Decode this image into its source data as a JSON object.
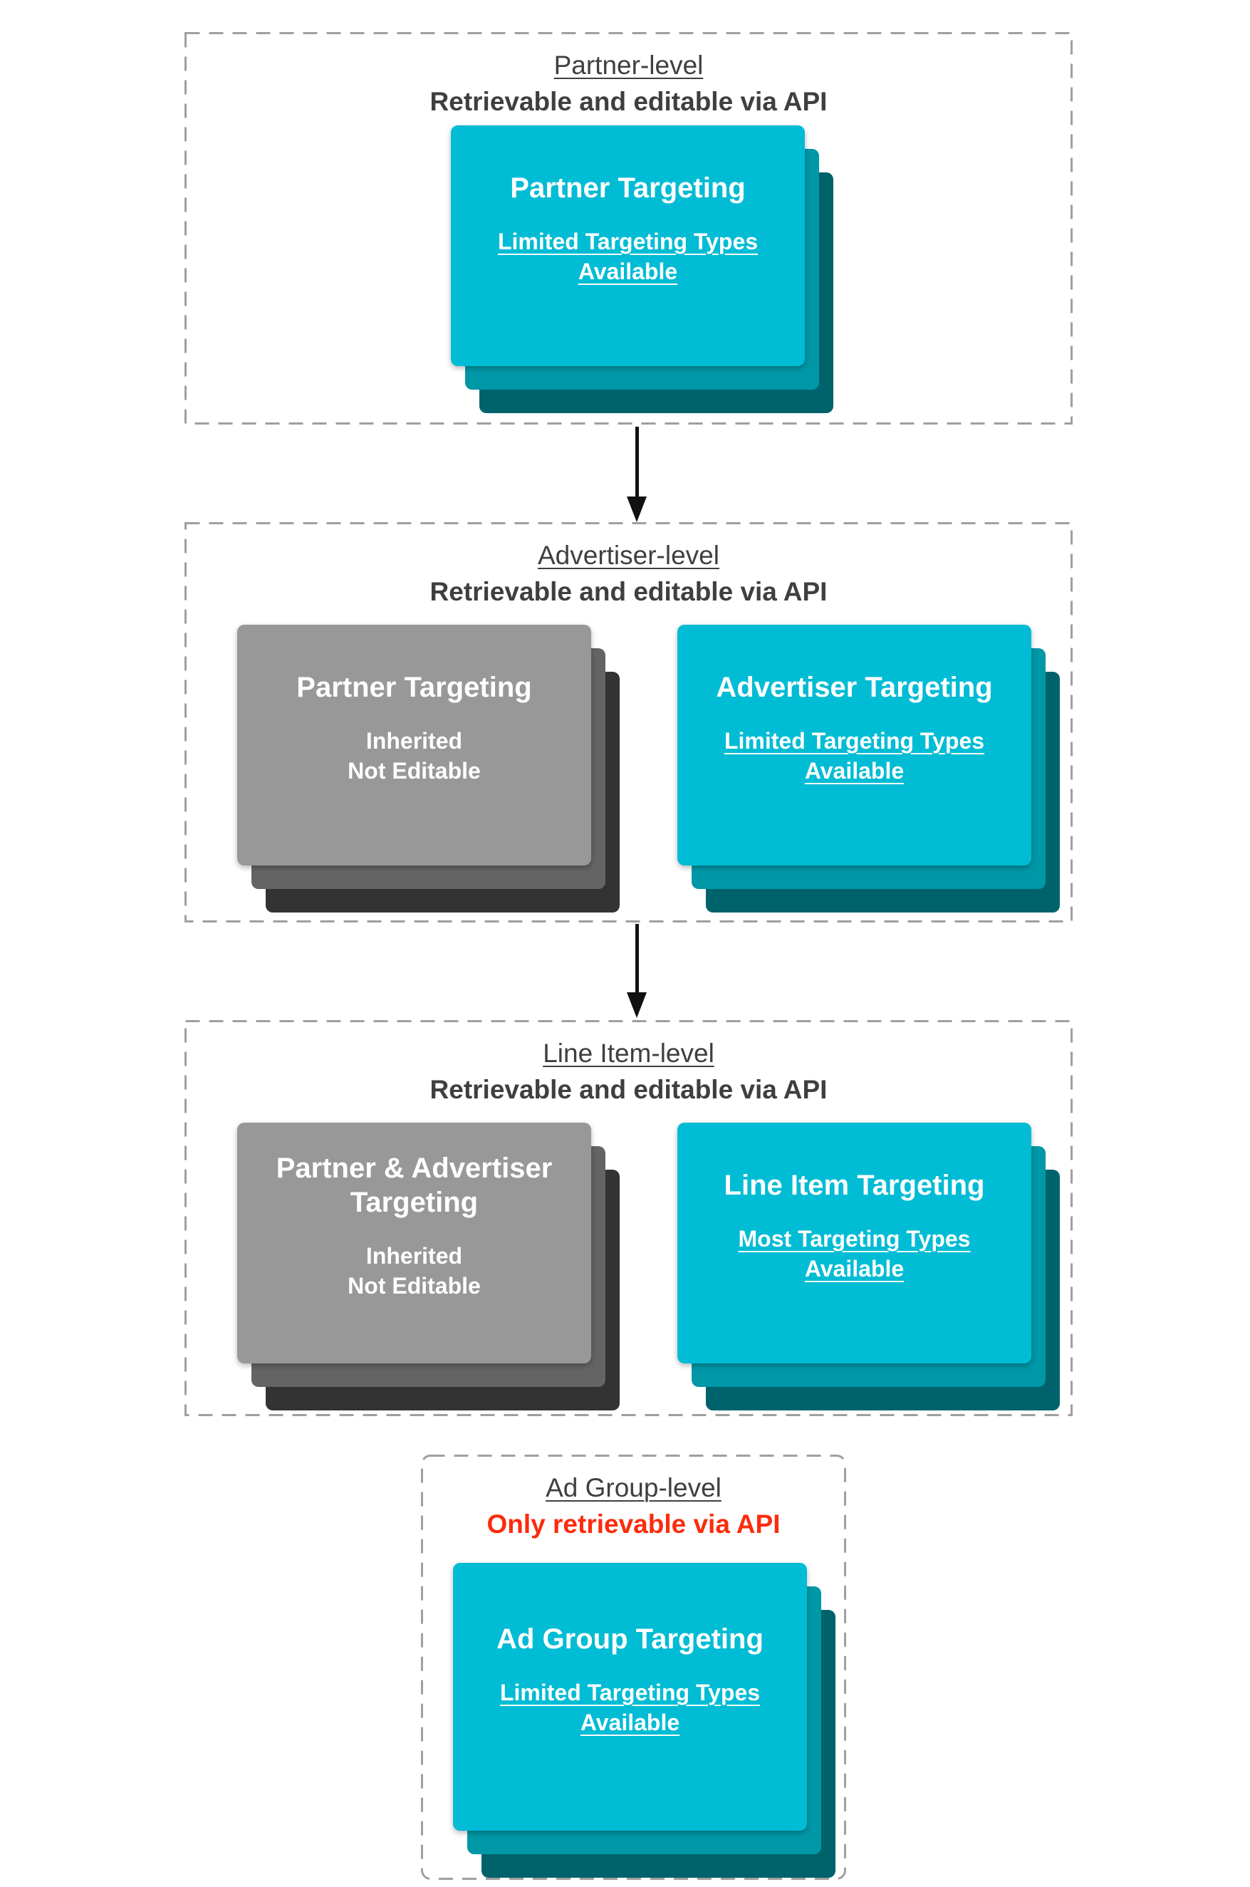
{
  "colors": {
    "background": "#ffffff",
    "dashed_border": "#9f9f9f",
    "header_text": "#3f3f3f",
    "alert_red": "#fb2c0d",
    "teal_card_front": "#00bcd4",
    "teal_card_mid": "#0097a7",
    "teal_card_back": "#00626b",
    "gray_card_front": "#989898",
    "gray_card_mid": "#646464",
    "gray_card_back": "#333333",
    "card_text": "#ffffff",
    "arrow": "#111111"
  },
  "sections": [
    {
      "title": "Partner-level",
      "subtitle": "Retrievable and editable via API",
      "cards": [
        {
          "style": "teal",
          "title": "Partner Targeting",
          "subtitle": "Limited Targeting Types\nAvailable",
          "underlined": true
        }
      ]
    },
    {
      "title": "Advertiser-level",
      "subtitle": "Retrievable and editable via API",
      "cards": [
        {
          "style": "gray",
          "title": "Partner Targeting",
          "subtitle": "Inherited\nNot Editable",
          "underlined": false
        },
        {
          "style": "teal",
          "title": "Advertiser Targeting",
          "subtitle": "Limited Targeting Types\nAvailable",
          "underlined": true
        }
      ]
    },
    {
      "title": "Line Item-level",
      "subtitle": "Retrievable and editable via API",
      "cards": [
        {
          "style": "gray",
          "title": "Partner & Advertiser Targeting",
          "subtitle": "Inherited\nNot Editable",
          "underlined": false
        },
        {
          "style": "teal",
          "title": "Line Item Targeting",
          "subtitle": "Most Targeting Types\nAvailable",
          "underlined": true
        }
      ]
    },
    {
      "title": "Ad Group-level",
      "subtitle": "Only retrievable via API",
      "cards": [
        {
          "style": "teal",
          "title": "Ad Group Targeting",
          "subtitle": "Limited Targeting Types\nAvailable",
          "underlined": true
        }
      ]
    }
  ]
}
